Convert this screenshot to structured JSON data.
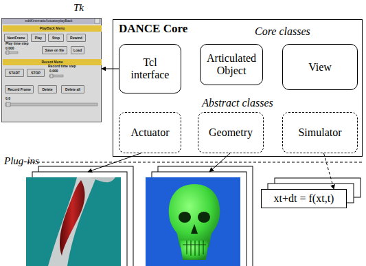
{
  "diagram": {
    "nodes": [
      {
        "text": [
          "Tk",
          "editKinematicActuatorplayBack"
        ]
      },
      {
        "text": [
          "PlayBack Menu"
        ],
        "in": 0
      },
      {
        "text": [
          "NextFrame"
        ],
        "in": 0
      },
      {
        "text": [
          "Play"
        ],
        "in": 0
      },
      {
        "text": [
          "Stop"
        ],
        "in": 0
      },
      {
        "text": [
          "Rewind"
        ],
        "in": 0
      },
      {
        "text": [
          "Save on file"
        ],
        "in": 0
      },
      {
        "text": [
          "Load"
        ],
        "in": 0
      },
      {
        "text": [
          "Recent Menu"
        ],
        "in": 0
      },
      {
        "text": [
          "START"
        ],
        "in": 0
      },
      {
        "text": [
          "STOP"
        ],
        "in": 0
      },
      {
        "text": [
          "Record Frame"
        ],
        "in": 0
      },
      {
        "text": [
          "Delete"
        ],
        "in": 0
      },
      {
        "text": [
          "Delete all"
        ],
        "in": 0
      },
      {
        "text": [
          "DANCE Core",
          "Core classes",
          "Abstract classes"
        ]
      },
      {
        "text": [
          "Tcl interface"
        ],
        "in": 14
      },
      {
        "text": [
          "Articulated Object"
        ],
        "in": 14
      },
      {
        "text": [
          "View"
        ],
        "in": 14
      },
      {
        "text": [
          "Actuator"
        ],
        "in": 14
      },
      {
        "text": [
          "Geometry"
        ],
        "in": 14
      },
      {
        "text": [
          "Simulator"
        ],
        "in": 14
      },
      {
        "text": [
          "xt+dt = f(xt,t)"
        ]
      }
    ],
    "edges": [
      {
        "from": 15,
        "to": 0,
        "arrow": "to"
      },
      {
        "from": 20,
        "to": 21,
        "arrow": "to"
      }
    ],
    "labels": [
      "Play time step",
      "0.000",
      "Record time step",
      "0.000",
      "0.0",
      "Plug-ins"
    ]
  }
}
